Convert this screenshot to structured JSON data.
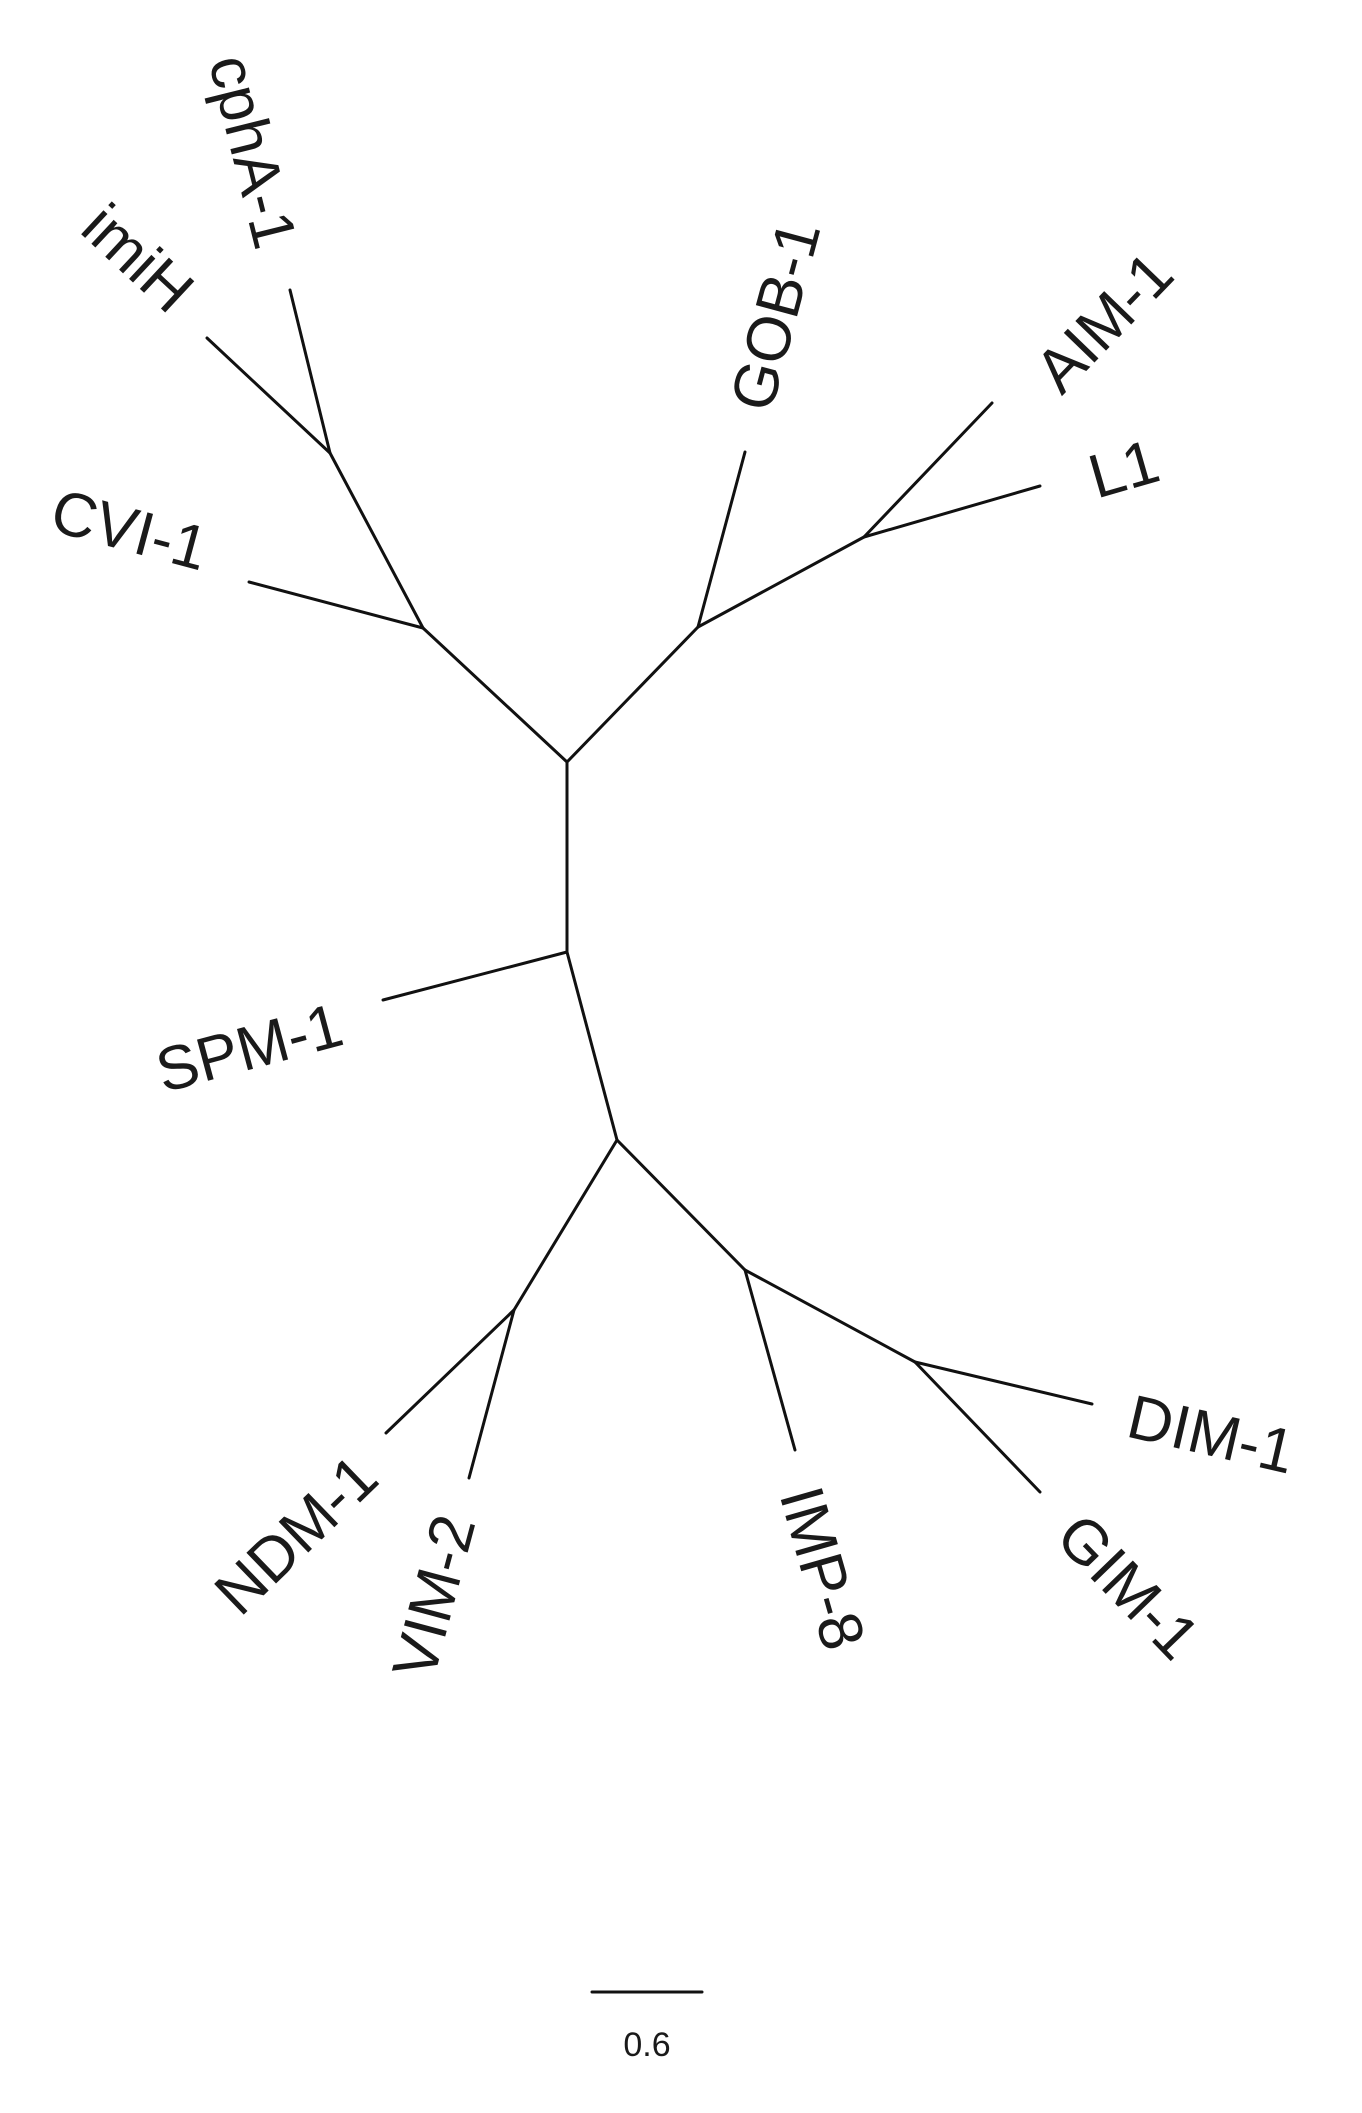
{
  "tree": {
    "leaves": {
      "cphA_1": "cphA-1",
      "imiH": "imiH",
      "CVI_1": "CVI-1",
      "GOB_1": "GOB-1",
      "AIM_1": "AIM-1",
      "L1": "L1",
      "SPM_1": "SPM-1",
      "NDM_1": "NDM-1",
      "VIM_2": "VIM-2",
      "IMP_8": "IMP-8",
      "GIM_1": "GIM-1",
      "DIM_1": "DIM-1"
    },
    "scale_bar": {
      "label": "0.6"
    },
    "colors": {
      "line": "#111111",
      "text": "#1a1a1a",
      "background": "#ffffff"
    }
  }
}
